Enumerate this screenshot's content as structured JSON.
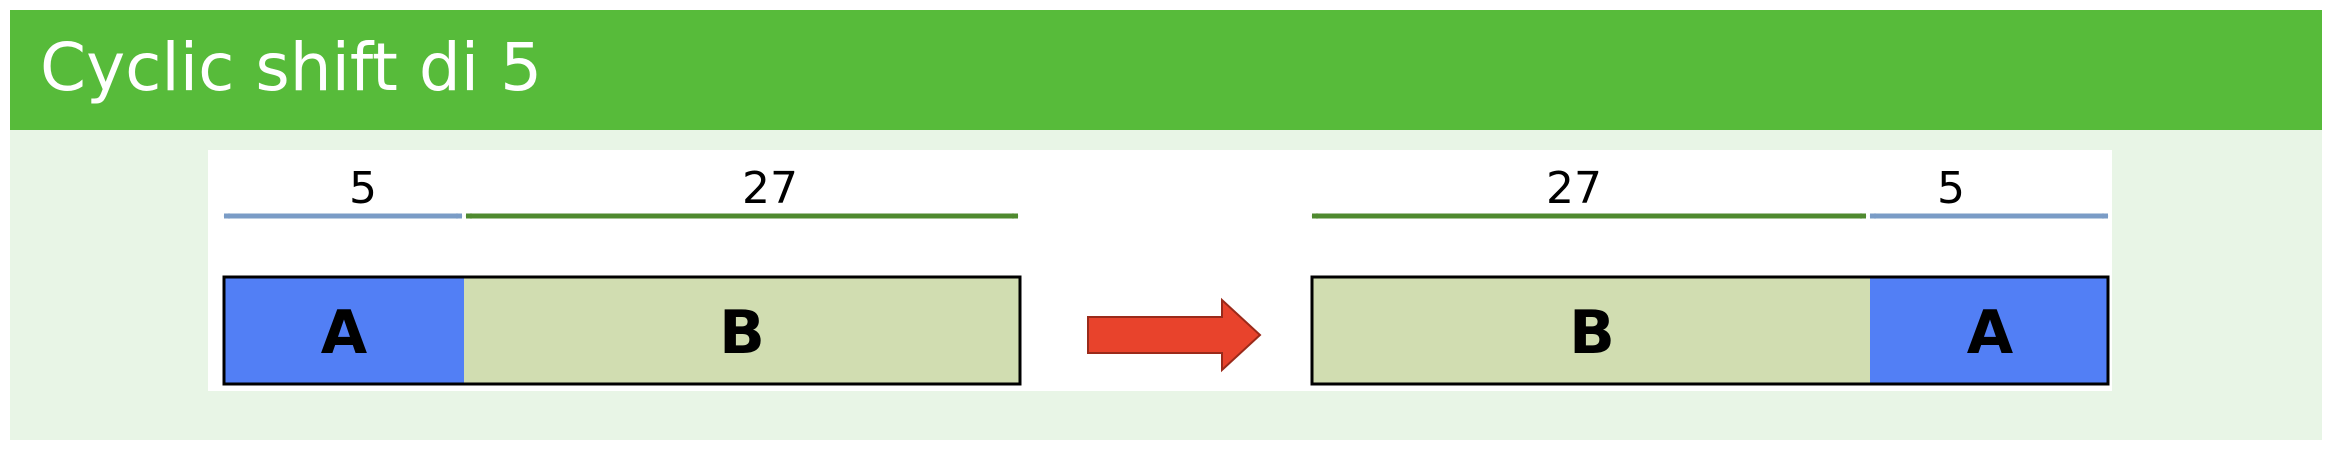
{
  "title": "Cyclic shift di 5",
  "left": {
    "top_labels": [
      "5",
      "27"
    ],
    "blocks": [
      "A",
      "B"
    ]
  },
  "right": {
    "top_labels": [
      "27",
      "5"
    ],
    "blocks": [
      "B",
      "A"
    ]
  },
  "colors": {
    "title_bar": "#57bb3a",
    "background": "#e8f5e6",
    "block_a": "#527ff5",
    "block_b": "#d1ddb1",
    "arrow_blue": "#7a9cc6",
    "arrow_green": "#4f8a2f",
    "shift_arrow": "#e8432c"
  }
}
